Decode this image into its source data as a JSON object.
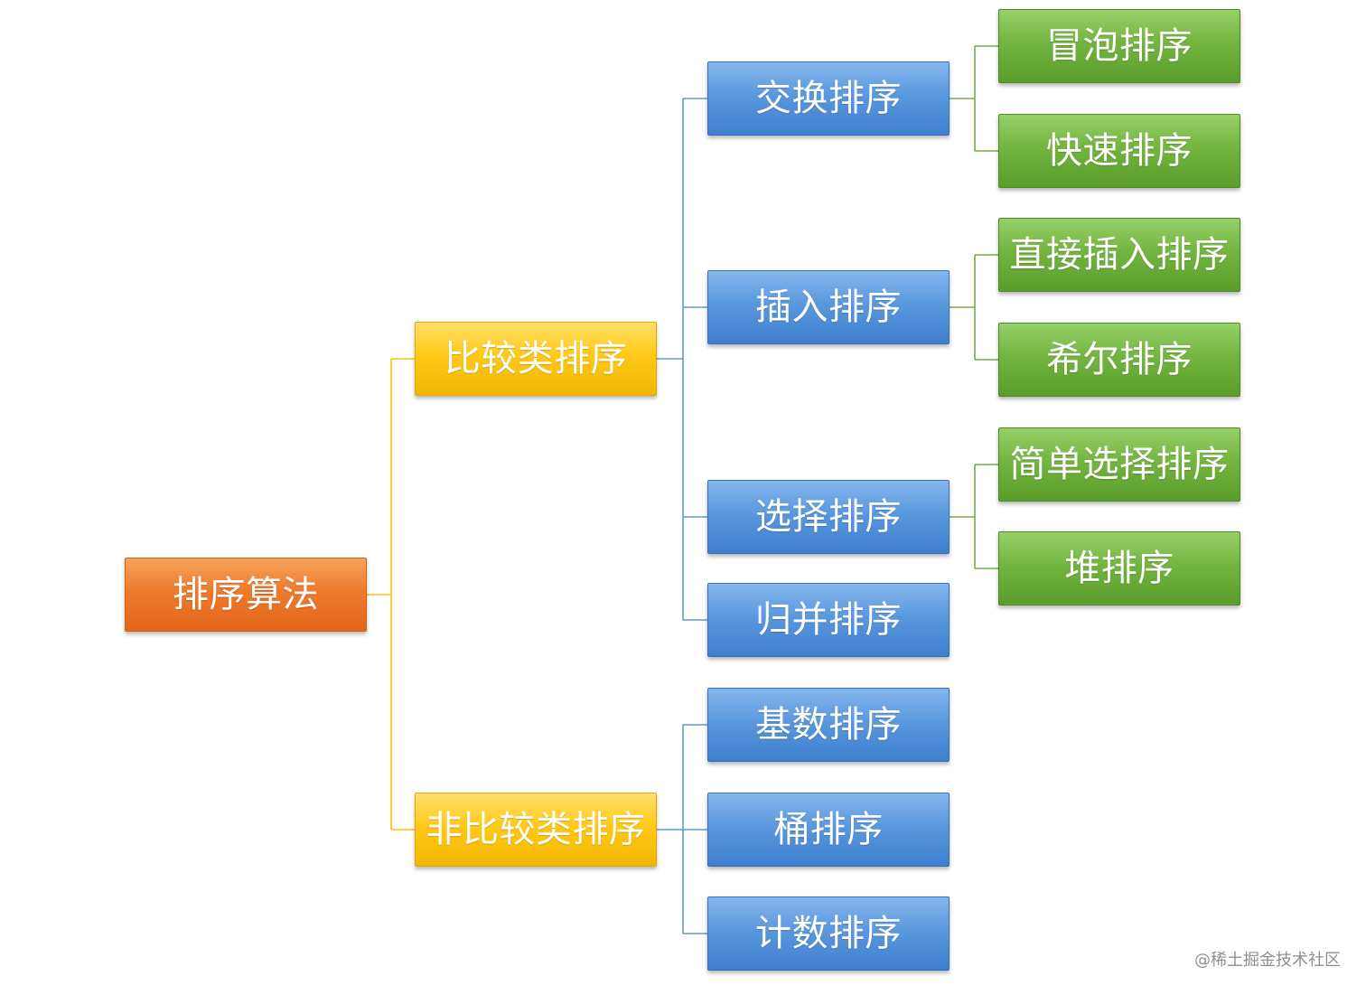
{
  "diagram": {
    "root": {
      "label": "排序算法",
      "color": "#ee7a2d"
    },
    "categories": [
      {
        "label": "比较类排序",
        "color": "#ffc918",
        "children": [
          {
            "label": "交换排序",
            "color": "#5a98de",
            "children": [
              {
                "label": "冒泡排序",
                "color": "#73b540"
              },
              {
                "label": "快速排序",
                "color": "#73b540"
              }
            ]
          },
          {
            "label": "插入排序",
            "color": "#5a98de",
            "children": [
              {
                "label": "直接插入排序",
                "color": "#73b540"
              },
              {
                "label": "希尔排序",
                "color": "#73b540"
              }
            ]
          },
          {
            "label": "选择排序",
            "color": "#5a98de",
            "children": [
              {
                "label": "简单选择排序",
                "color": "#73b540"
              },
              {
                "label": "堆排序",
                "color": "#73b540"
              }
            ]
          },
          {
            "label": "归并排序",
            "color": "#5a98de"
          }
        ]
      },
      {
        "label": "非比较类排序",
        "color": "#ffc918",
        "children": [
          {
            "label": "基数排序",
            "color": "#5a98de"
          },
          {
            "label": "桶排序",
            "color": "#5a98de"
          },
          {
            "label": "计数排序",
            "color": "#5a98de"
          }
        ]
      }
    ]
  },
  "connector_colors": {
    "level1": "#ffc000",
    "level2": "#5b9bd5",
    "level3": "#70ad47"
  },
  "watermark": "@稀土掘金技术社区"
}
